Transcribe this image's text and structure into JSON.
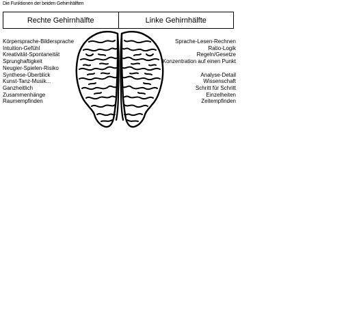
{
  "caption": "Die Funktionen der beiden Gehirnhälften",
  "header": {
    "right_hemisphere": "Rechte Gehirnhälfte",
    "left_hemisphere": "Linke Gehirnhälfte"
  },
  "right_functions": [
    "Körpersprache-Bildersprache",
    "Intuition-Gefühl",
    "Kreativität-Spontaneität",
    "Sprunghaftigkeit",
    "Neugier-Spielen-Risiko",
    "Synthese-Überblick",
    "Kunst-Tanz-Musik...",
    "Ganzheitlich",
    "Zusammenhänge",
    "Raumempfinden"
  ],
  "left_functions_top": [
    "Sprache-Lesen-Rechnen",
    "Ratio-Logik",
    "Regeln/Gesetze",
    "Konzentration auf einen Punkt"
  ],
  "left_functions_bottom": [
    "Analyse-Detail",
    "Wissenschaft",
    "Schritt für Schritt",
    "Einzelheiten",
    "Zeitempfinden"
  ]
}
